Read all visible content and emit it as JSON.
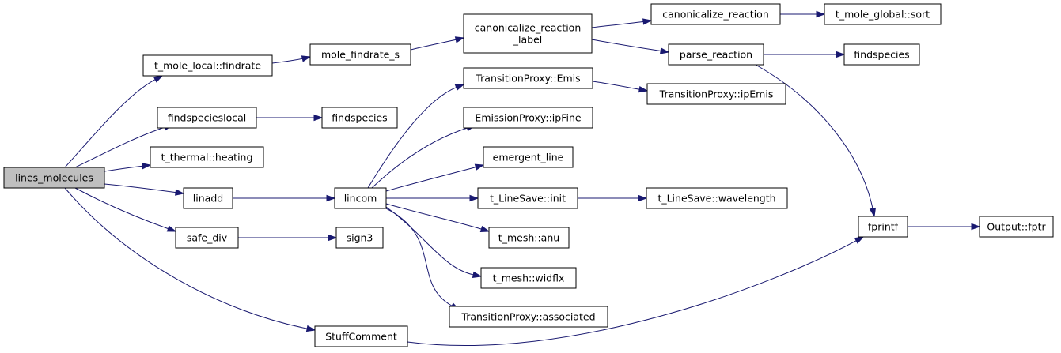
{
  "colors": {
    "edge": "#191970",
    "root_fill": "#bfbfbf",
    "node_fill": "#ffffff",
    "node_stroke": "#000000"
  },
  "nodes": {
    "lines_molecules": {
      "label": "lines_molecules",
      "root": true
    },
    "findrate": {
      "label": "t_mole_local::findrate"
    },
    "findspecieslocal": {
      "label": "findspecieslocal"
    },
    "heating": {
      "label": "t_thermal::heating"
    },
    "linadd": {
      "label": "linadd"
    },
    "safe_div": {
      "label": "safe_div"
    },
    "stuffcomment": {
      "label": "StuffComment"
    },
    "mole_findrate_s": {
      "label": "mole_findrate_s"
    },
    "findspecies_a": {
      "label": "findspecies"
    },
    "lincom": {
      "label": "lincom"
    },
    "sign3": {
      "label": "sign3"
    },
    "canon_label": {
      "label": [
        "canonicalize_reaction",
        "_label"
      ]
    },
    "tp_emis": {
      "label": "TransitionProxy::Emis"
    },
    "ep_ipfine": {
      "label": "EmissionProxy::ipFine"
    },
    "emergent_line": {
      "label": "emergent_line"
    },
    "ls_init": {
      "label": "t_LineSave::init"
    },
    "mesh_anu": {
      "label": "t_mesh::anu"
    },
    "mesh_widflx": {
      "label": "t_mesh::widflx"
    },
    "tp_associated": {
      "label": "TransitionProxy::associated"
    },
    "canon_reaction": {
      "label": "canonicalize_reaction"
    },
    "parse_reaction": {
      "label": "parse_reaction"
    },
    "tp_ipemis": {
      "label": "TransitionProxy::ipEmis"
    },
    "ls_wavelength": {
      "label": "t_LineSave::wavelength"
    },
    "sort": {
      "label": "t_mole_global::sort"
    },
    "findspecies_b": {
      "label": "findspecies"
    },
    "fprintf": {
      "label": "fprintf"
    },
    "fptr": {
      "label": "Output::fptr"
    }
  },
  "edges": [
    [
      "lines_molecules",
      "findrate"
    ],
    [
      "lines_molecules",
      "findspecieslocal"
    ],
    [
      "lines_molecules",
      "heating"
    ],
    [
      "lines_molecules",
      "linadd"
    ],
    [
      "lines_molecules",
      "safe_div"
    ],
    [
      "lines_molecules",
      "stuffcomment"
    ],
    [
      "findrate",
      "mole_findrate_s"
    ],
    [
      "mole_findrate_s",
      "canon_label"
    ],
    [
      "canon_label",
      "canon_reaction"
    ],
    [
      "canon_label",
      "parse_reaction"
    ],
    [
      "canon_reaction",
      "sort"
    ],
    [
      "parse_reaction",
      "findspecies_b"
    ],
    [
      "parse_reaction",
      "fprintf"
    ],
    [
      "findspecieslocal",
      "findspecies_a"
    ],
    [
      "linadd",
      "lincom"
    ],
    [
      "safe_div",
      "sign3"
    ],
    [
      "stuffcomment",
      "fprintf"
    ],
    [
      "lincom",
      "tp_emis"
    ],
    [
      "lincom",
      "ep_ipfine"
    ],
    [
      "lincom",
      "emergent_line"
    ],
    [
      "lincom",
      "ls_init"
    ],
    [
      "lincom",
      "mesh_anu"
    ],
    [
      "lincom",
      "mesh_widflx"
    ],
    [
      "lincom",
      "tp_associated"
    ],
    [
      "tp_emis",
      "tp_ipemis"
    ],
    [
      "ls_init",
      "ls_wavelength"
    ],
    [
      "fprintf",
      "fptr"
    ]
  ]
}
